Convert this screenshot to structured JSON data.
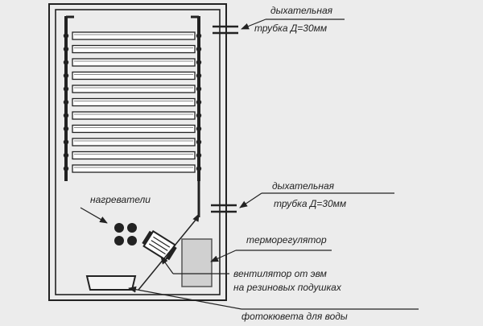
{
  "labels": {
    "tube_top_line1": "дыхательная",
    "tube_top_line2": "трубка Д=30мм",
    "tube_mid_line1": "дыхательная",
    "tube_mid_line2": "трубка Д=30мм",
    "heaters": "нагреватели",
    "thermoregulator": "терморегулятор",
    "fan_line1": "вентилятор от  эвм",
    "fan_line2": "на резиновых подушках",
    "water_tray": "фотокювета для воды"
  },
  "colors": {
    "background": "#ececec",
    "stroke": "#222222",
    "tray_fill": "#f2f2f2",
    "thermo_fill": "#d0d0d0"
  },
  "icons": {
    "arrow": "arrowhead"
  }
}
